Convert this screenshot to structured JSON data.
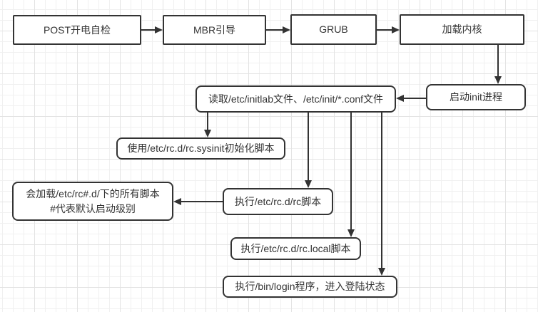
{
  "diagram": {
    "nodes": {
      "post": {
        "label": "POST开电自检"
      },
      "mbr": {
        "label": "MBR引导"
      },
      "grub": {
        "label": "GRUB"
      },
      "kernel": {
        "label": "加载内核"
      },
      "init": {
        "label": "启动init进程"
      },
      "inittab": {
        "label": "读取/etc/initlab文件、/etc/init/*.conf文件"
      },
      "sysinit": {
        "label": "使用/etc/rc.d/rc.sysinit初始化脚本"
      },
      "rclevel": {
        "line1": "会加载/etc/rc#.d/下的所有脚本",
        "line2": "#代表默认启动级别"
      },
      "rcscript": {
        "label": "执行/etc/rc.d/rc脚本"
      },
      "rclocal": {
        "label": "执行/etc/rc.d/rc.local脚本"
      },
      "login": {
        "label": "执行/bin/login程序，进入登陆状态"
      }
    },
    "edges": [
      {
        "from": "post",
        "to": "mbr"
      },
      {
        "from": "mbr",
        "to": "grub"
      },
      {
        "from": "grub",
        "to": "kernel"
      },
      {
        "from": "kernel",
        "to": "init"
      },
      {
        "from": "init",
        "to": "inittab"
      },
      {
        "from": "inittab",
        "to": "sysinit"
      },
      {
        "from": "inittab",
        "to": "rcscript"
      },
      {
        "from": "inittab",
        "to": "rclocal"
      },
      {
        "from": "inittab",
        "to": "login"
      },
      {
        "from": "rcscript",
        "to": "rclevel"
      }
    ],
    "colors": {
      "node_border": "#333333",
      "text": "#333333",
      "arrow": "#333333",
      "background": "#ffffff",
      "grid_minor": "#f0f0f0",
      "grid_major": "#e3e3e3"
    }
  }
}
